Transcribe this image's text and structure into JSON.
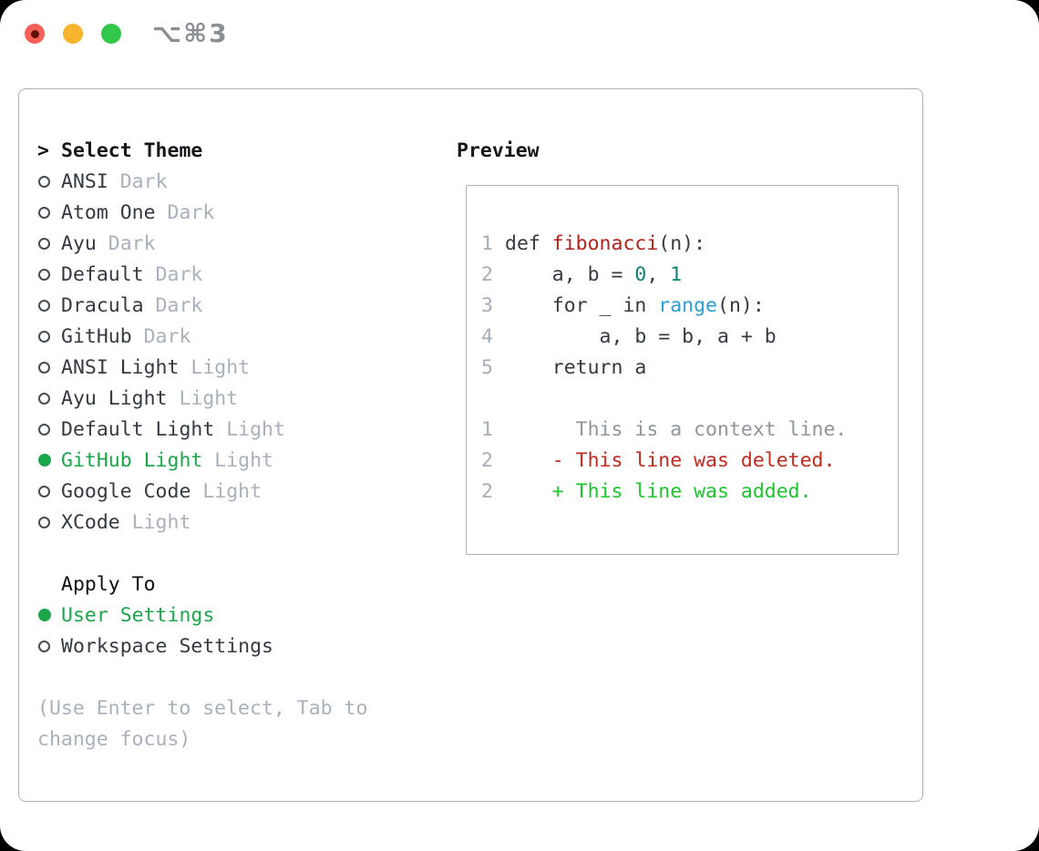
{
  "titlebar": {
    "shortcut_label": "⌥⌘3",
    "traffic_lights": [
      "close",
      "minimize",
      "zoom"
    ]
  },
  "theme_picker": {
    "prompt": ">",
    "title": "Select Theme",
    "items": [
      {
        "label": "ANSI",
        "tag": "Dark",
        "selected": false
      },
      {
        "label": "Atom One",
        "tag": "Dark",
        "selected": false
      },
      {
        "label": "Ayu",
        "tag": "Dark",
        "selected": false
      },
      {
        "label": "Default",
        "tag": "Dark",
        "selected": false
      },
      {
        "label": "Dracula",
        "tag": "Dark",
        "selected": false
      },
      {
        "label": "GitHub",
        "tag": "Dark",
        "selected": false
      },
      {
        "label": "ANSI Light",
        "tag": "Light",
        "selected": false
      },
      {
        "label": "Ayu Light",
        "tag": "Light",
        "selected": false
      },
      {
        "label": "Default Light",
        "tag": "Light",
        "selected": false
      },
      {
        "label": "GitHub Light",
        "tag": "Light",
        "selected": true
      },
      {
        "label": "Google Code",
        "tag": "Light",
        "selected": false
      },
      {
        "label": "XCode",
        "tag": "Light",
        "selected": false
      }
    ],
    "apply_to": {
      "title": "Apply To",
      "options": [
        {
          "label": "User Settings",
          "selected": true
        },
        {
          "label": "Workspace Settings",
          "selected": false
        }
      ]
    },
    "help_text": "(Use Enter to select, Tab to change focus)"
  },
  "preview": {
    "title": "Preview",
    "code_lines": [
      {
        "number": "1",
        "segments": [
          {
            "text": "def ",
            "style": "code"
          },
          {
            "text": "fibonacci",
            "style": "function"
          },
          {
            "text": "(n):",
            "style": "code"
          }
        ]
      },
      {
        "number": "2",
        "segments": [
          {
            "text": "    a, b = ",
            "style": "code"
          },
          {
            "text": "0",
            "style": "number"
          },
          {
            "text": ", ",
            "style": "code"
          },
          {
            "text": "1",
            "style": "number"
          }
        ]
      },
      {
        "number": "3",
        "segments": [
          {
            "text": "    for _ in ",
            "style": "code"
          },
          {
            "text": "range",
            "style": "builtin"
          },
          {
            "text": "(n):",
            "style": "code"
          }
        ]
      },
      {
        "number": "4",
        "segments": [
          {
            "text": "        a, b = b, a + b",
            "style": "code"
          }
        ]
      },
      {
        "number": "5",
        "segments": [
          {
            "text": "    return a",
            "style": "code"
          }
        ]
      }
    ],
    "diff_lines": [
      {
        "number": "1",
        "segments": [
          {
            "text": "      This is a context line.",
            "style": "context"
          }
        ]
      },
      {
        "number": "2",
        "segments": [
          {
            "text": "    - This line was deleted.",
            "style": "deleted"
          }
        ]
      },
      {
        "number": "2",
        "segments": [
          {
            "text": "    + This line was added.",
            "style": "added"
          }
        ]
      }
    ]
  },
  "colors": {
    "selected_green": "#1ca64b",
    "diff_added_green": "#1dc52d",
    "diff_deleted_red": "#c3291c",
    "function_red": "#b0211a",
    "number_teal": "#0e7f76",
    "builtin_blue": "#2b9fd8",
    "muted_gray": "#a8b1bc",
    "panel_border": "#a9b1ba",
    "traffic_red": "#f95f57",
    "traffic_yellow": "#f8b42c",
    "traffic_green": "#30c74b"
  }
}
